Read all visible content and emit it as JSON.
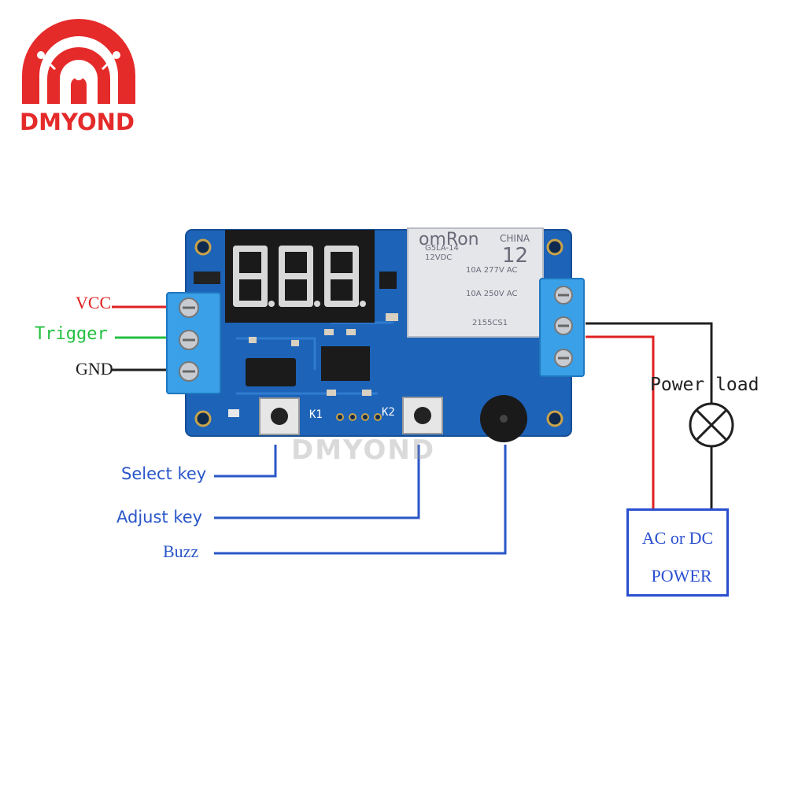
{
  "logo": {
    "text": "DMYOND"
  },
  "watermark": {
    "text": "DMYOND"
  },
  "inputs": {
    "vcc": "VCC",
    "trigger": "Trigger",
    "gnd": "GND"
  },
  "controls": {
    "select_key": "Select key",
    "adjust_key": "Adjust key",
    "buzz": "Buzz",
    "k1": "K1",
    "k2": "K2"
  },
  "output": {
    "power_load": "Power load",
    "power_box_line1": "AC or DC",
    "power_box_line2": "POWER"
  },
  "relay": {
    "brand": "omRon",
    "origin": "CHINA",
    "number": "12",
    "model": "G5LA-14",
    "voltage": "12VDC",
    "rating1": "10A 277V AC",
    "rating2": "10A 250V AC",
    "serial": "2155CS1"
  },
  "display": {
    "digits": "8.8.8."
  },
  "colors": {
    "pcb_blue": "#1d63b8",
    "terminal_blue": "#3aa0e8",
    "wire_red": "#e02020",
    "wire_green": "#22c040",
    "wire_black": "#202020",
    "wire_blue": "#2a56c8",
    "logo_red": "#e52a2a"
  }
}
